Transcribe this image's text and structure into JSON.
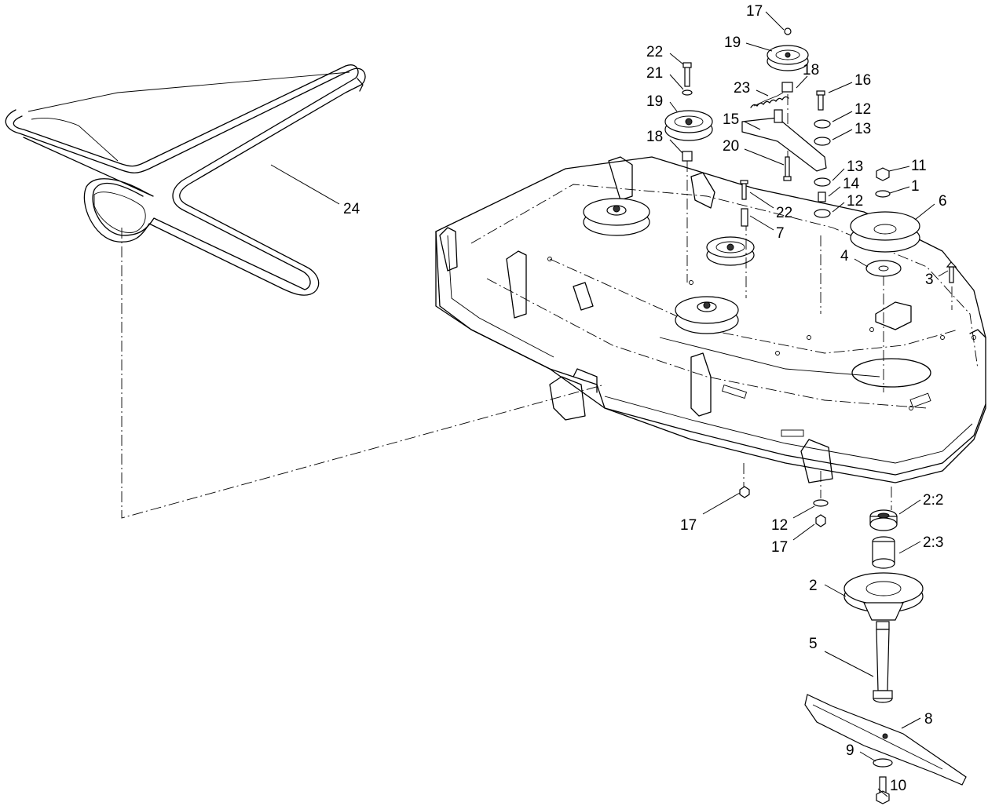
{
  "callouts": {
    "c1": "1",
    "c2": "2",
    "c2_2": "2:2",
    "c2_3": "2:3",
    "c3": "3",
    "c4": "4",
    "c5": "5",
    "c6": "6",
    "c7": "7",
    "c8": "8",
    "c9": "9",
    "c10": "10",
    "c11": "11",
    "c12a": "12",
    "c12b": "12",
    "c12c": "12",
    "c13a": "13",
    "c13b": "13",
    "c14": "14",
    "c15": "15",
    "c16": "16",
    "c17a": "17",
    "c17b": "17",
    "c17c": "17",
    "c18a": "18",
    "c18b": "18",
    "c19a": "19",
    "c19b": "19",
    "c20": "20",
    "c21": "21",
    "c22a": "22",
    "c22b": "22",
    "c23": "23",
    "c24": "24"
  }
}
